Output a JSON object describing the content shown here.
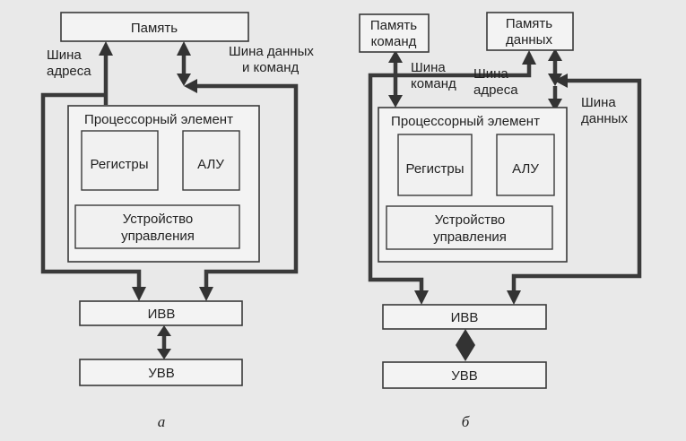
{
  "diagram_a": {
    "memory": "Память",
    "address_bus": [
      "Шина",
      "адреса"
    ],
    "data_command_bus": [
      "Шина данных",
      "и команд"
    ],
    "processor": "Процессорный элемент",
    "registers": "Регистры",
    "alu": "АЛУ",
    "control_unit": [
      "Устройство",
      "управления"
    ],
    "ivv": "ИВВ",
    "uvv": "УВВ",
    "caption": "а"
  },
  "diagram_b": {
    "instr_memory": [
      "Память",
      "команд"
    ],
    "data_memory": [
      "Память",
      "данных"
    ],
    "command_bus": [
      "Шина",
      "команд"
    ],
    "address_bus": [
      "Шина",
      "адреса"
    ],
    "data_bus": [
      "Шина",
      "данных"
    ],
    "processor": "Процессорный элемент",
    "registers": "Регистры",
    "alu": "АЛУ",
    "control_unit": [
      "Устройство",
      "управления"
    ],
    "ivv": "ИВВ",
    "uvv": "УВВ",
    "caption": "б"
  }
}
